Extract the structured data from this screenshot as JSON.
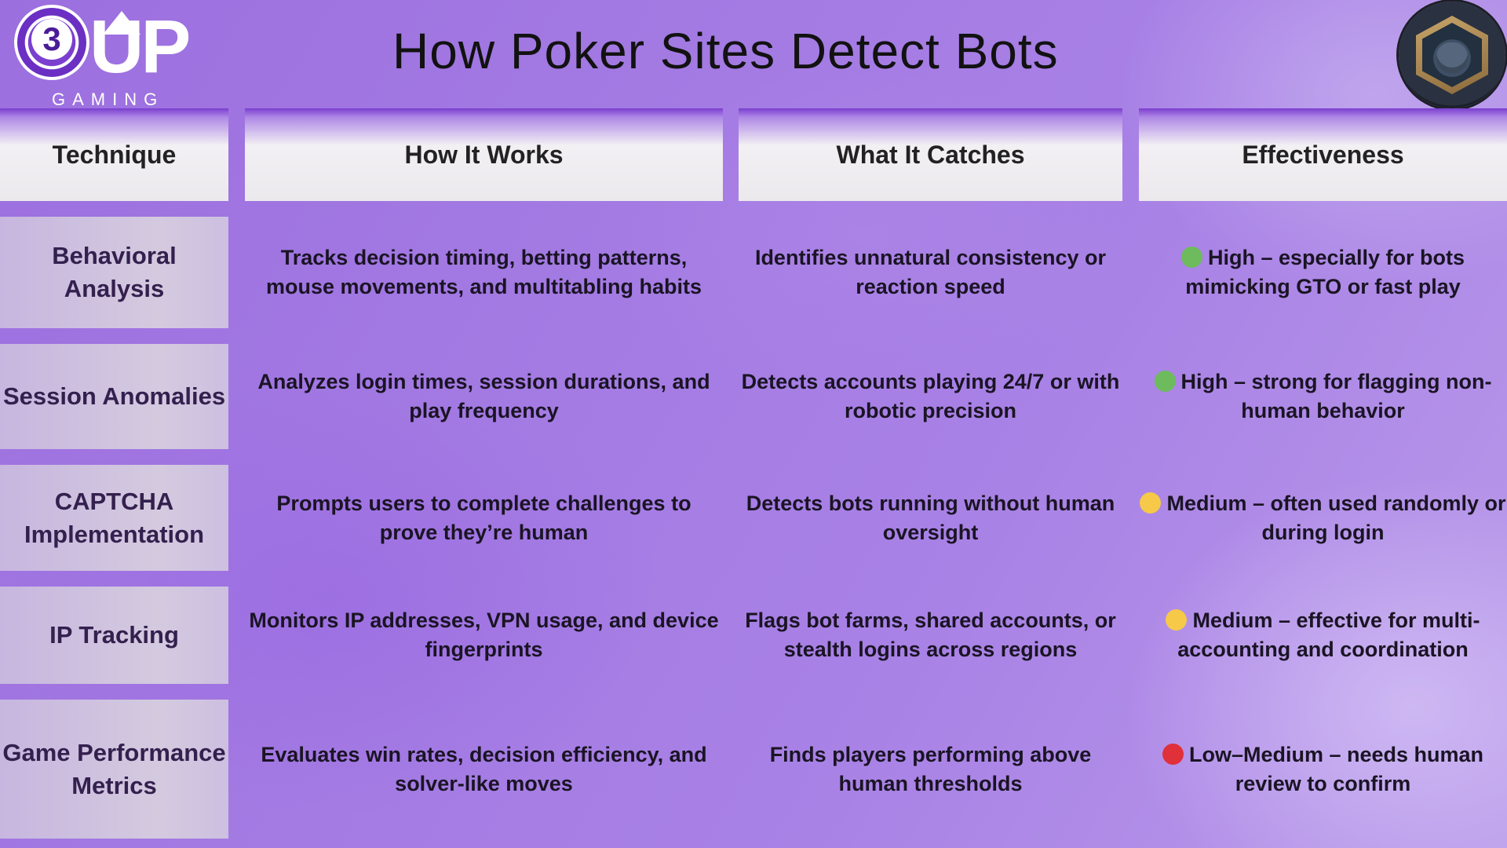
{
  "brand": {
    "chip_number": "3",
    "name": "UP",
    "sub": "GAMING"
  },
  "title": "How Poker Sites Detect Bots",
  "table": {
    "headers": [
      "Technique",
      "How It Works",
      "What It Catches",
      "Effectiveness"
    ],
    "rows": [
      {
        "technique": "Behavioral Analysis",
        "how": "Tracks decision timing, betting patterns, mouse movements, and multitabling habits",
        "catches": "Identifies unnatural consistency or reaction speed",
        "effectiveness": "High – especially for bots mimicking GTO or fast play",
        "level_color": "#6dbb5c"
      },
      {
        "technique": "Session Anomalies",
        "how": "Analyzes login times, session durations, and play frequency",
        "catches": "Detects accounts playing 24/7 or with robotic precision",
        "effectiveness": "High – strong for flagging non-human behavior",
        "level_color": "#6dbb5c"
      },
      {
        "technique": "CAPTCHA Implementation",
        "how": "Prompts users to complete challenges to prove they’re human",
        "catches": "Detects bots running without human oversight",
        "effectiveness": "Medium – often used randomly or during login",
        "level_color": "#f7c948"
      },
      {
        "technique": "IP Tracking",
        "how": "Monitors IP addresses, VPN usage, and device fingerprints",
        "catches": "Flags bot farms, shared accounts, or stealth logins across regions",
        "effectiveness": "Medium – effective for multi-accounting and coordination",
        "level_color": "#f7c948"
      },
      {
        "technique": "Game Performance Metrics",
        "how": "Evaluates win rates, decision efficiency, and solver-like moves",
        "catches": "Finds players performing above human thresholds",
        "effectiveness": "Low–Medium – needs human review to confirm",
        "level_color": "#e0303a"
      }
    ]
  }
}
